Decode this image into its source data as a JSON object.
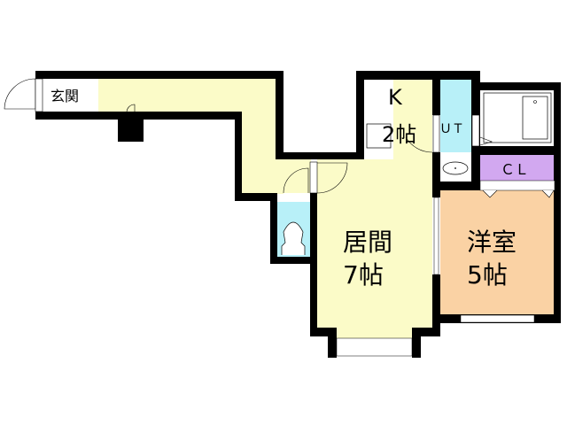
{
  "floorplan": {
    "rooms": {
      "entrance": {
        "label": "玄関"
      },
      "kitchen": {
        "label_line1": "K",
        "label_line2": "2帖"
      },
      "utility": {
        "label": "ＵＴ"
      },
      "closet": {
        "label": "ＣＬ"
      },
      "living": {
        "label_line1": "居間",
        "label_line2": "7帖"
      },
      "western_room": {
        "label_line1": "洋室",
        "label_line2": "5帖"
      }
    },
    "colors": {
      "wall": "#000000",
      "corridor_living": "#fbfbc8",
      "wet_area": "#b8f0f8",
      "closet": "#d2a8f0",
      "western_room": "#fad2a4",
      "fixture": "#ffffff"
    }
  }
}
